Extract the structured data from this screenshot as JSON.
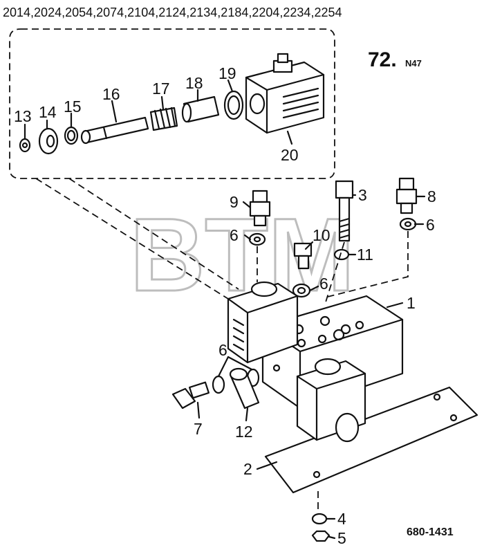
{
  "header": {
    "models": "2014,2024,2054,2074,2104,2124,2134,2184,2204,2234,2254"
  },
  "page_ref": {
    "number": "72.",
    "suffix": "N47"
  },
  "drawing_number": "680-1431",
  "watermark": "BTM",
  "callouts": [
    "1",
    "2",
    "3",
    "4",
    "5",
    "6",
    "6",
    "6",
    "6",
    "7",
    "8",
    "9",
    "10",
    "11",
    "12",
    "13",
    "14",
    "15",
    "16",
    "17",
    "18",
    "19",
    "20"
  ]
}
